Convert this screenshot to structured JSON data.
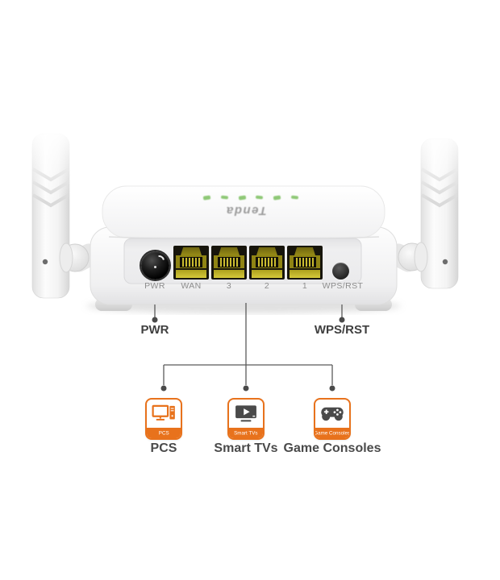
{
  "router": {
    "brand_logo": "Tenda",
    "port_labels": [
      "PWR",
      "WAN",
      "3",
      "2",
      "1",
      "WPS/RST"
    ]
  },
  "callouts": {
    "pwr": "PWR",
    "wps": "WPS/RST"
  },
  "devices": [
    {
      "icon": "desktop-pc-icon",
      "badge": "PCS",
      "label": "PCS"
    },
    {
      "icon": "smart-tv-icon",
      "badge": "Smart TVs",
      "label": "Smart TVs"
    },
    {
      "icon": "game-controller-icon",
      "badge": "Game Consoles",
      "label": "Game Consoles"
    }
  ],
  "colors": {
    "accent_orange": "#E8721C",
    "port_yellow": "#B5A81E",
    "led_green": "#7CC060",
    "callout_line": "#5A5A5A",
    "port_label_text": "#8D8D8D",
    "callout_text": "#3F3F3F",
    "device_label_text": "#4A4A4A"
  }
}
